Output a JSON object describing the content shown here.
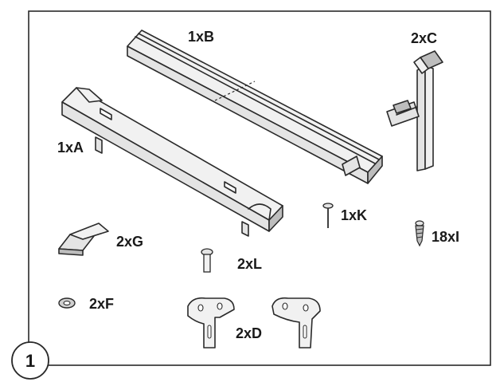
{
  "step": {
    "number": "1"
  },
  "parts": [
    {
      "key": "A",
      "label": "1xA",
      "icon": "long-bracket-rail-icon"
    },
    {
      "key": "B",
      "label": "1xB",
      "icon": "slotted-rail-icon"
    },
    {
      "key": "C",
      "label": "2xC",
      "icon": "vertical-bracket-icon"
    },
    {
      "key": "D",
      "label": "2xD",
      "icon": "mounting-plate-icon"
    },
    {
      "key": "F",
      "label": "2xF",
      "icon": "washer-icon"
    },
    {
      "key": "G",
      "label": "2xG",
      "icon": "angle-clip-icon"
    },
    {
      "key": "K",
      "label": "1xK",
      "icon": "nail-icon"
    },
    {
      "key": "L",
      "label": "2xL",
      "icon": "bolt-icon"
    },
    {
      "key": "I",
      "label": "18xI",
      "icon": "screw-icon"
    }
  ]
}
